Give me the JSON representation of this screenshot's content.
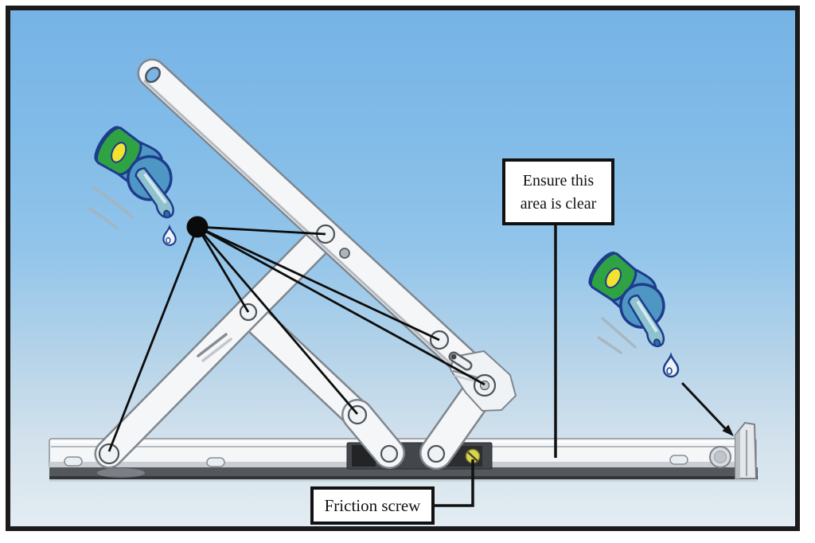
{
  "figure": {
    "description": "Window friction hinge lubrication diagram",
    "area_note": {
      "line1": "Ensure this",
      "line2": "area is clear"
    },
    "friction_screw_label": "Friction screw"
  },
  "colors": {
    "background_top": "#76b3e6",
    "background_bottom": "#e3ecf2",
    "frame_border": "#1b1b1b",
    "metal_face": "#f4f6f8",
    "metal_edge": "#7f868e",
    "track_rail": "#54575b",
    "slider_block": "#43464a",
    "friction_screw": "#d9d552",
    "lube_line": "#0d0d0d",
    "annotation_line": "#111111",
    "can_body": "#4e97c5",
    "can_band": "#2fa344",
    "can_label_spot": "#f2e42e",
    "can_outline": "#1e3c8c",
    "can_spout": "#8fc2cf"
  },
  "lubrication_points": 6
}
